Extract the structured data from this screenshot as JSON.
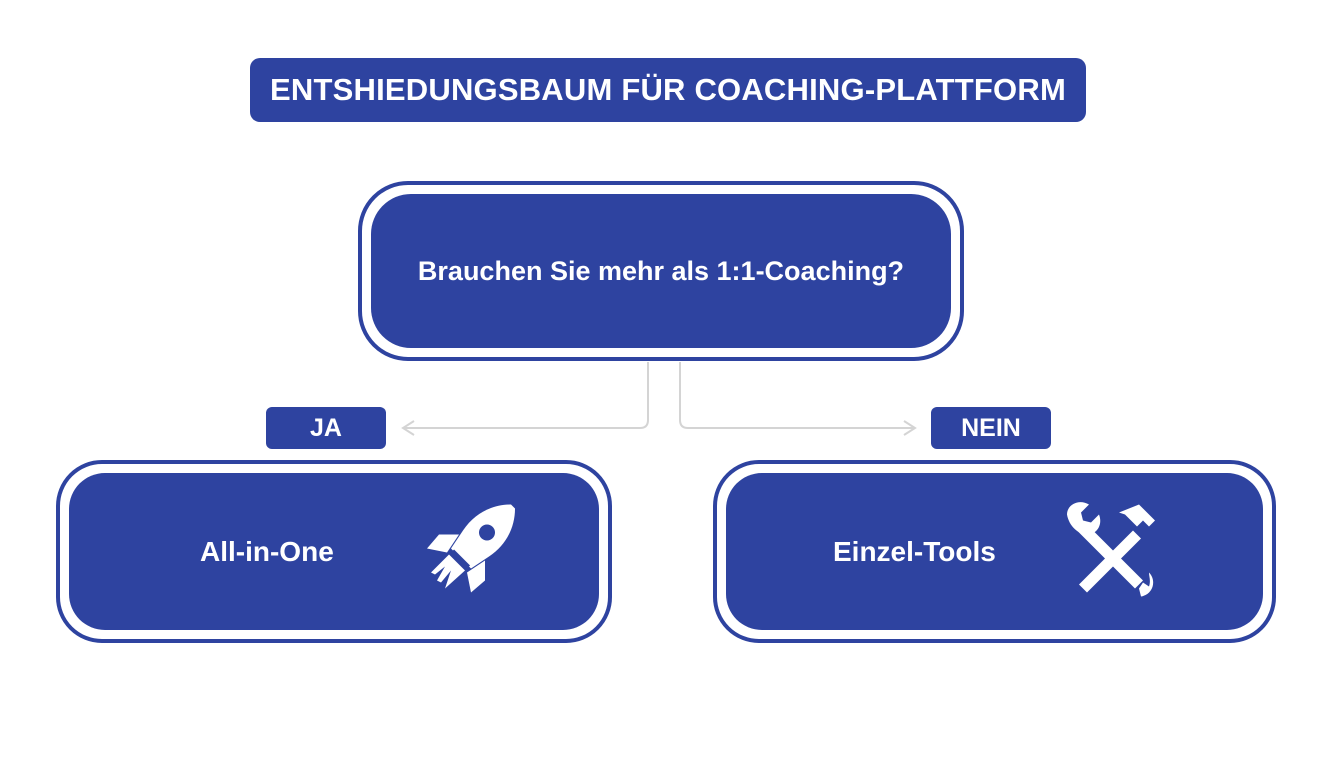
{
  "title": "ENTSHIEDUNGSBAUM FÜR COACHING-PLATTFORM",
  "question": "Brauchen Sie mehr als 1:1-Coaching?",
  "branches": {
    "yes": {
      "tag": "JA",
      "label": "All-in-One",
      "icon": "rocket-icon"
    },
    "no": {
      "tag": "NEIN",
      "label": "Einzel-Tools",
      "icon": "wrench-hammer-icon"
    }
  },
  "colors": {
    "primary": "#2e43a0",
    "background": "#ffffff",
    "connector": "#d4d4d4"
  }
}
